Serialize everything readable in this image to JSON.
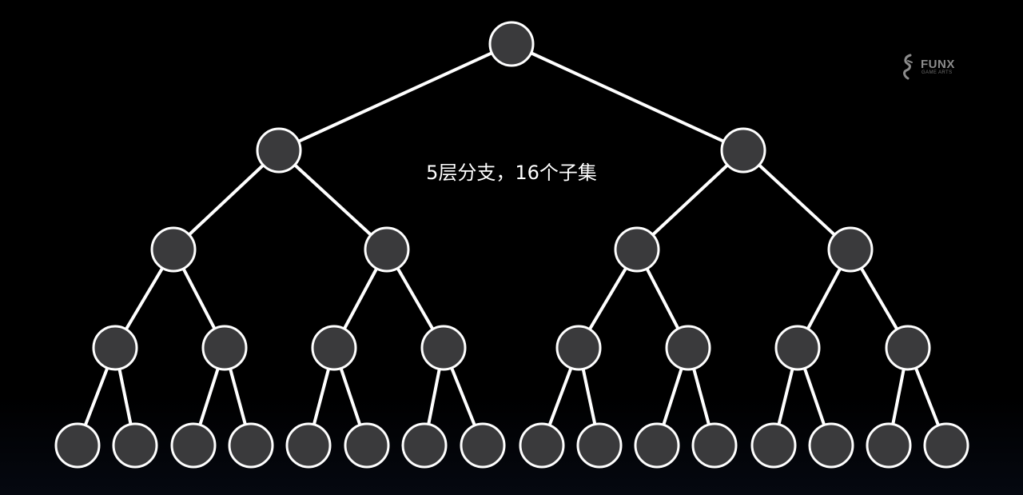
{
  "caption": "5层分支，16个子集",
  "logo": {
    "name": "FUNX",
    "subtitle": "GAME ARTS"
  },
  "tree": {
    "levels": 5,
    "leaf_count": 16,
    "node_fill": "#3a3a3c",
    "node_stroke": "#ffffff",
    "edge_color": "#ffffff",
    "background": "#000000"
  }
}
